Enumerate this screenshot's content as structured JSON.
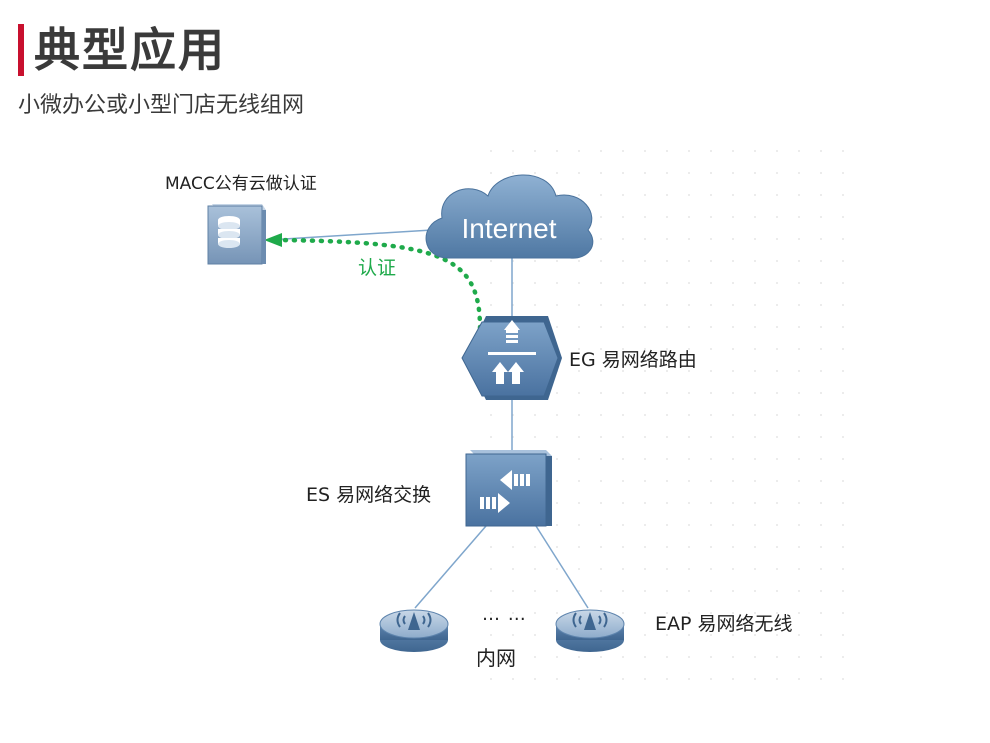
{
  "header": {
    "title": "典型应用",
    "subtitle": "小微办公或小型门店无线组网"
  },
  "diagram": {
    "cloud_label": "Internet",
    "server_label": "MACC公有云做认证",
    "auth_label": "认证",
    "router_label": "EG 易网络路由",
    "switch_label": "ES 易网络交换",
    "ap_label": "EAP 易网络无线",
    "ellipsis_label": "… …",
    "lan_label": "内网"
  },
  "colors": {
    "accent": "#c8102e",
    "device_blue": "#5b84ae",
    "link_line": "#7fa6cc",
    "auth_green": "#1faa4b"
  }
}
